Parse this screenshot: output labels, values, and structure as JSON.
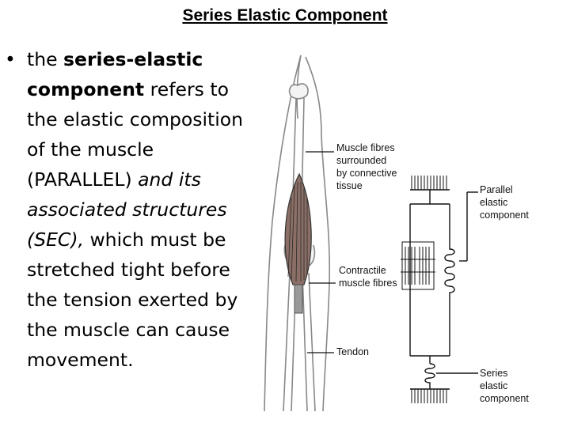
{
  "slide": {
    "title": "Series Elastic Component",
    "bullet": {
      "marker": "•",
      "part1": "the ",
      "bold1": "series-elastic component",
      "part2": " refers to the elastic composition of the muscle (PARALLEL) ",
      "italic1": "and its associated structures (SEC),",
      "part3": " which must be stretched tight before the tension exerted by the muscle can cause movement."
    }
  },
  "figure": {
    "labels": {
      "muscle_fibres": [
        "Muscle fibres",
        "surrounded",
        "by connective",
        "tissue"
      ],
      "contractile": [
        "Contractile",
        "muscle fibres"
      ],
      "tendon": [
        "Tendon"
      ],
      "parallel": [
        "Parallel",
        "elastic",
        "component"
      ],
      "series": [
        "Series",
        "elastic",
        "component"
      ]
    }
  }
}
